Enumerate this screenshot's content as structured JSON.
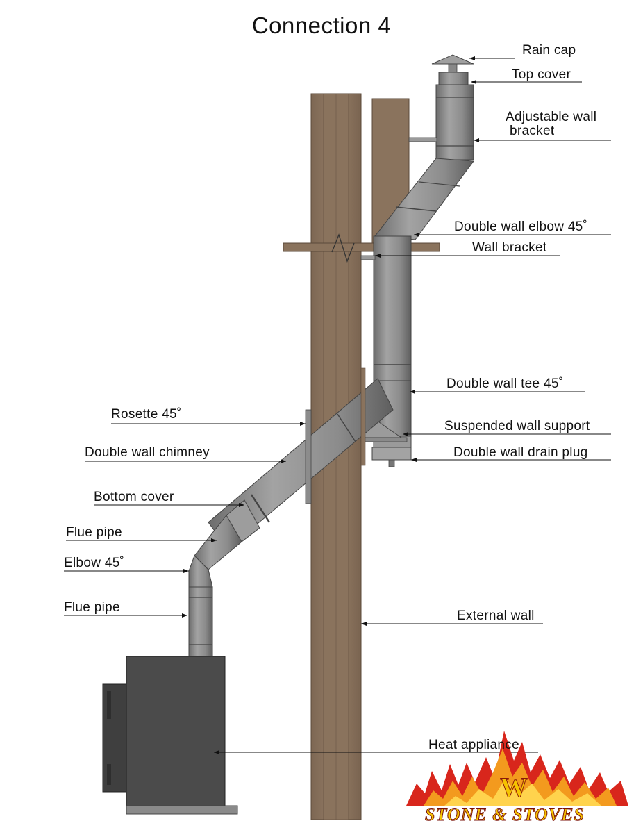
{
  "title": "Connection 4",
  "labels": {
    "rain_cap": "Rain cap",
    "top_cover": "Top cover",
    "adjustable_wall_bracket_line1": "Adjustable wall",
    "adjustable_wall_bracket_line2": "bracket",
    "double_wall_elbow_45": "Double wall elbow 45˚",
    "wall_bracket": "Wall bracket",
    "double_wall_tee_45": "Double wall tee 45˚",
    "suspended_wall_support": "Suspended wall support",
    "double_wall_drain_plug": "Double wall drain plug",
    "rosette_45": "Rosette 45˚",
    "double_wall_chimney": "Double wall chimney",
    "bottom_cover": "Bottom cover",
    "flue_pipe_upper": "Flue pipe",
    "elbow_45": "Elbow 45˚",
    "flue_pipe_lower": "Flue pipe",
    "external_wall": "External wall",
    "heat_appliance": "Heat appliance"
  },
  "logo": {
    "letter": "W",
    "text": "STONE & STOVES"
  },
  "colors": {
    "wall": "#8c7560",
    "wall_dark": "#6f5a47",
    "pipe": "#8a8a8a",
    "pipe_dark": "#555555",
    "appliance": "#4a4a4a",
    "flame_red": "#d8261c",
    "flame_orange": "#f39a1e",
    "logo_yellow": "#f5c400"
  }
}
